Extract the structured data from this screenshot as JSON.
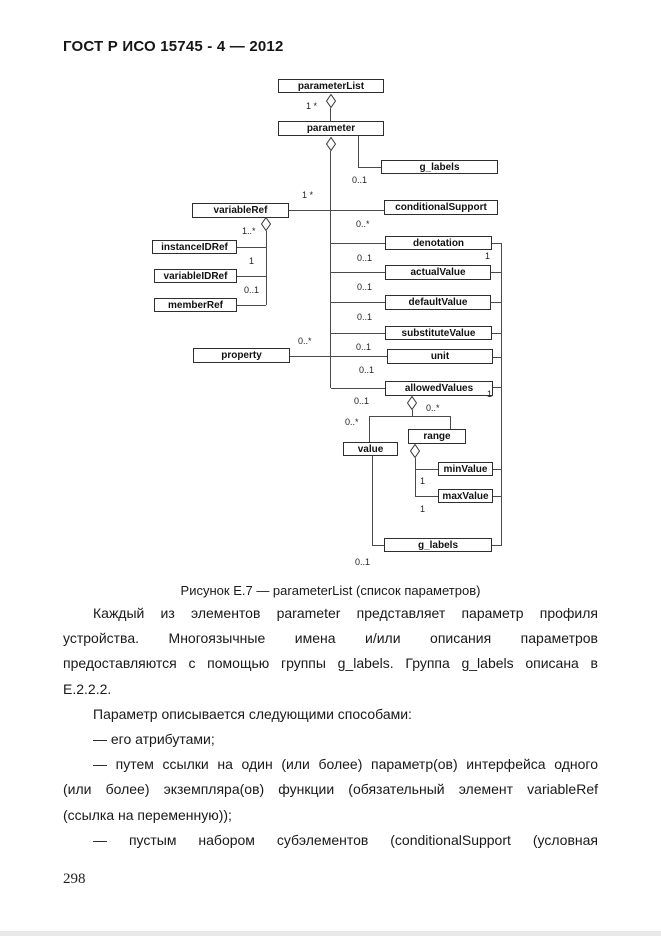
{
  "header": {
    "title": "ГОСТ Р ИСО 15745 - 4 — 2012"
  },
  "footer": {
    "page_number": "298"
  },
  "figure": {
    "caption": "Рисунок Е.7 — parameterList (список параметров)",
    "nodes": {
      "parameterList": "parameterList",
      "parameter": "parameter",
      "g_labels_top": "g_labels",
      "variableRef": "variableRef",
      "conditionalSupport": "conditionalSupport",
      "instanceIDRef": "instanceIDRef",
      "variableIDRef": "variableIDRef",
      "memberRef": "memberRef",
      "denotation": "denotation",
      "actualValue": "actualValue",
      "defaultValue": "defaultValue",
      "substituteValue": "substituteValue",
      "property": "property",
      "unit": "unit",
      "allowedValues": "allowedValues",
      "value": "value",
      "range": "range",
      "minValue": "minValue",
      "maxValue": "maxValue",
      "g_labels_bottom": "g_labels"
    },
    "mult": {
      "parameter": "1 *",
      "g_labels_top": "0..1",
      "variableRef": "1 *",
      "conditionalSupport": "0..*",
      "instanceIDRef": "1..*",
      "variableIDRef": "1",
      "memberRef": "0..1",
      "denotation": "0..1",
      "denotation_right": "1",
      "actualValue": "0..1",
      "defaultValue": "0..1",
      "substituteValue": "0..1",
      "property": "0..*",
      "unit": "0..1",
      "allowedValues": "0..1",
      "allowedValues_right": "1",
      "range": "0..*",
      "value": "0..*",
      "minValue": "1",
      "maxValue": "1",
      "g_labels_bottom": "0..1"
    }
  },
  "body": {
    "lines": [
      {
        "t": "Каждый из элементов parameter представляет параметр профиля"
      },
      {
        "t": "устройства. Многоязычные имена и/или описания параметров"
      },
      {
        "t": "предоставляются с помощью группы g_labels. Группа g_labels описана в"
      },
      {
        "t": "Е.2.2.2."
      },
      {
        "t": "Параметр описывается следующими способами:"
      },
      {
        "t": "— его атрибутами;"
      },
      {
        "t": "— путем ссылки на один (или более) параметр(ов) интерфейса одного"
      },
      {
        "t": "(или более) экземпляра(ов) функции (обязательный элемент variableRef"
      },
      {
        "t": "(ссылка на переменную));"
      },
      {
        "t": "— пустым набором субэлементов (conditionalSupport (условная"
      }
    ]
  }
}
